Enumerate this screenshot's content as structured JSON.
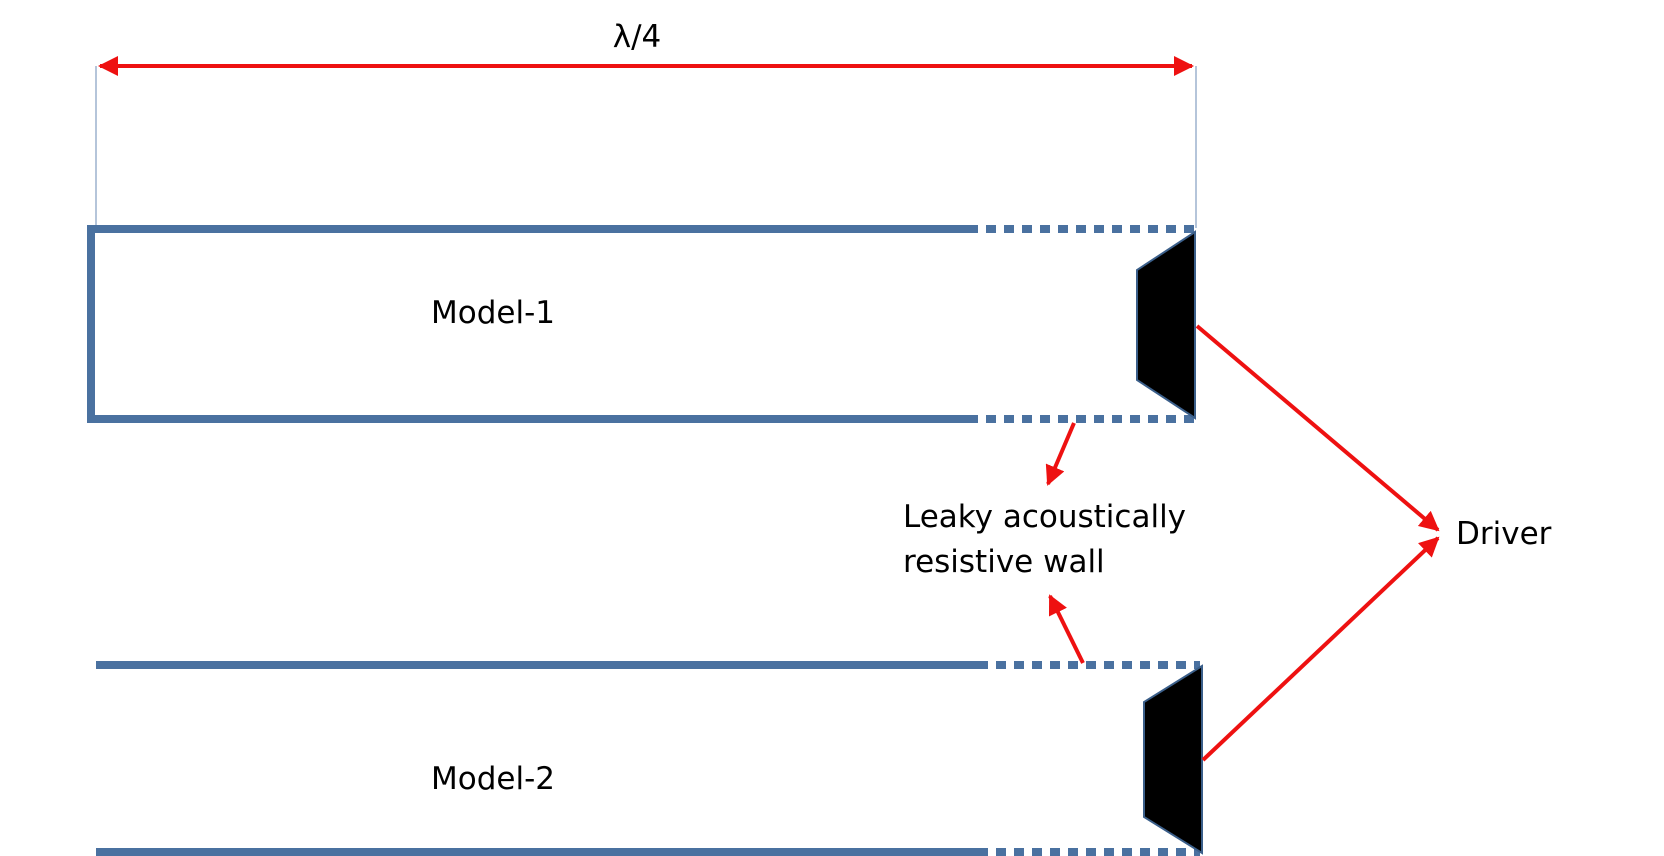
{
  "labels": {
    "wavelength": "λ/4",
    "model_1": "Model-1",
    "model_2": "Model-2",
    "leaky_wall_line1": "Leaky acoustically",
    "leaky_wall_line2": "resistive wall",
    "driver": "Driver"
  },
  "colors": {
    "tube_wall": "#4a71a0",
    "arrow": "#ee1111",
    "driver_fill": "#000000",
    "driver_outline": "#3b5f8a",
    "background": "#ffffff"
  }
}
